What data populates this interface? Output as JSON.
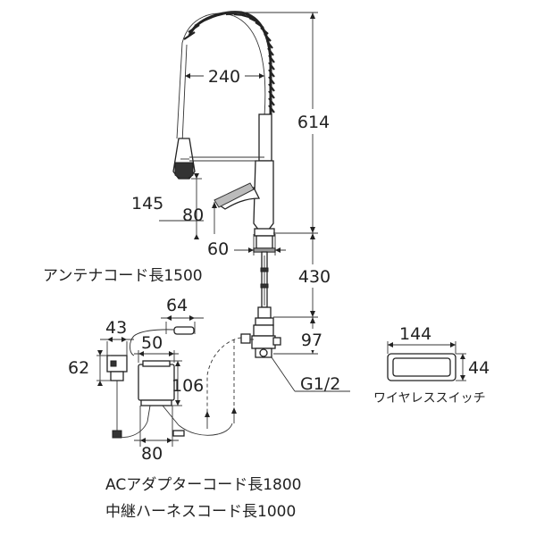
{
  "dimensions": {
    "spout_reach": "240",
    "total_height": "614",
    "handle_height": "145",
    "handle_length": "80",
    "body_diameter": "60",
    "pipe_length": "430",
    "valve_height": "97",
    "thread": "G1/2",
    "sensor_width": "64",
    "sensor_depth": "43",
    "sensor_height": "62",
    "adapter_width": "50",
    "adapter_height": "106",
    "adapter_depth": "80",
    "switch_width": "144",
    "switch_height": "44"
  },
  "labels": {
    "antenna_cord": "アンテナコード長1500",
    "wireless_switch": "ワイヤレススイッチ",
    "ac_adapter_cord": "ACアダプターコード長1800",
    "relay_harness_cord": "中継ハーネスコード長1000"
  }
}
